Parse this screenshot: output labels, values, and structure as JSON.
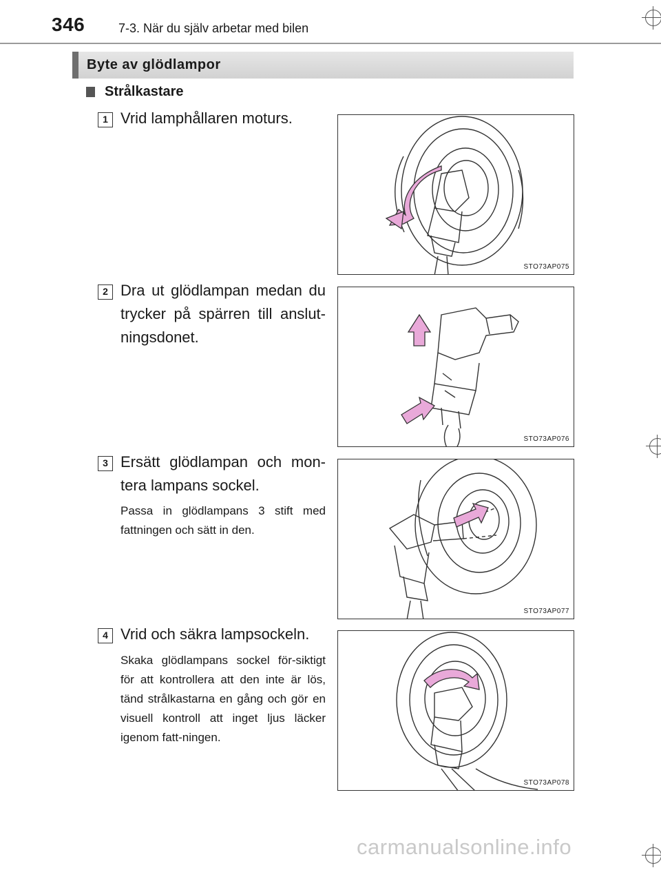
{
  "header": {
    "page_number": "346",
    "chapter": "7-3. När du själv arbetar med bilen"
  },
  "section": {
    "title": "Byte av glödlampor",
    "subheading": "Strålkastare"
  },
  "steps": [
    {
      "number": "1",
      "text": "Vrid lamphållaren moturs.",
      "note": "",
      "figure_code": "STO73AP075"
    },
    {
      "number": "2",
      "text": "Dra ut glödlampan medan du trycker på spärren till anslut-ningsdonet.",
      "note": "",
      "figure_code": "STO73AP076"
    },
    {
      "number": "3",
      "text": "Ersätt glödlampan och mon-tera lampans sockel.",
      "note": "Passa in glödlampans 3 stift med fattningen och sätt in den.",
      "figure_code": "STO73AP077"
    },
    {
      "number": "4",
      "text": "Vrid och säkra lampsockeln.",
      "note": "Skaka glödlampans sockel för-siktigt för att kontrollera att den inte är lös, tänd strålkastarna en gång och gör en visuell kontroll att inget ljus läcker igenom fatt-ningen.",
      "figure_code": "STO73AP078"
    }
  ],
  "footer": {
    "watermark": "carmanualsonline.info"
  },
  "colors": {
    "arrow": "#e9a9d9",
    "line": "#333333",
    "bar": "#d9d9d9"
  }
}
